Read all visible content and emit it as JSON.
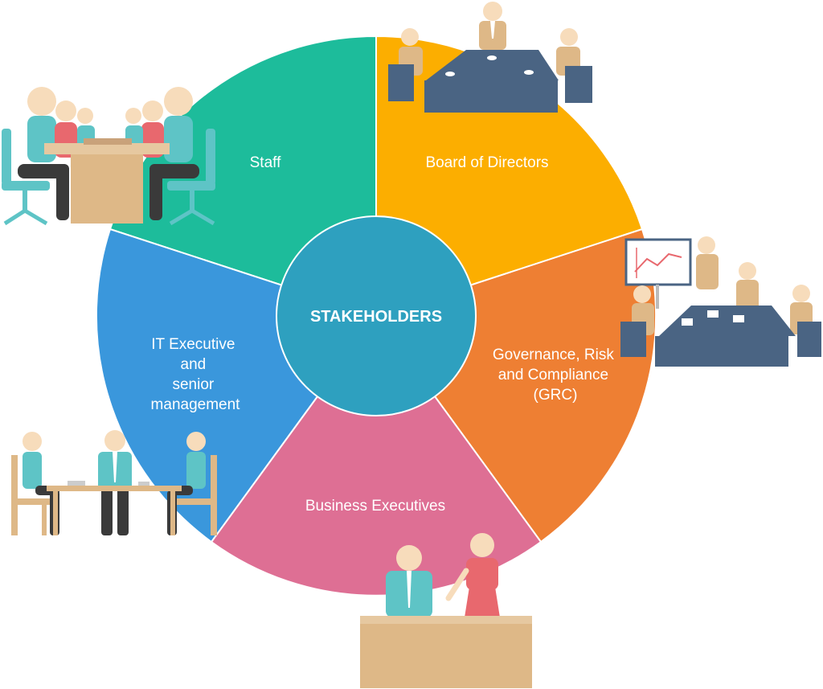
{
  "center": {
    "label": "STAKEHOLDERS",
    "color": "#2ea0bf"
  },
  "segments": [
    {
      "id": "staff",
      "lines": [
        "Staff"
      ],
      "color": "#1dbc9b",
      "illustration": "team-meeting-icon"
    },
    {
      "id": "board",
      "lines": [
        "Board of Directors"
      ],
      "color": "#fcae00",
      "illustration": "boardroom-icon"
    },
    {
      "id": "grc",
      "lines": [
        "Governance, Risk",
        "and Compliance",
        "(GRC)"
      ],
      "color": "#ee7f33",
      "illustration": "presentation-meeting-icon"
    },
    {
      "id": "business",
      "lines": [
        "Business Executives"
      ],
      "color": "#de6f94",
      "illustration": "reception-desk-icon"
    },
    {
      "id": "it",
      "lines": [
        "IT Executive",
        "and",
        "senior",
        "management"
      ],
      "color": "#3a97dc",
      "illustration": "office-table-icon"
    }
  ]
}
